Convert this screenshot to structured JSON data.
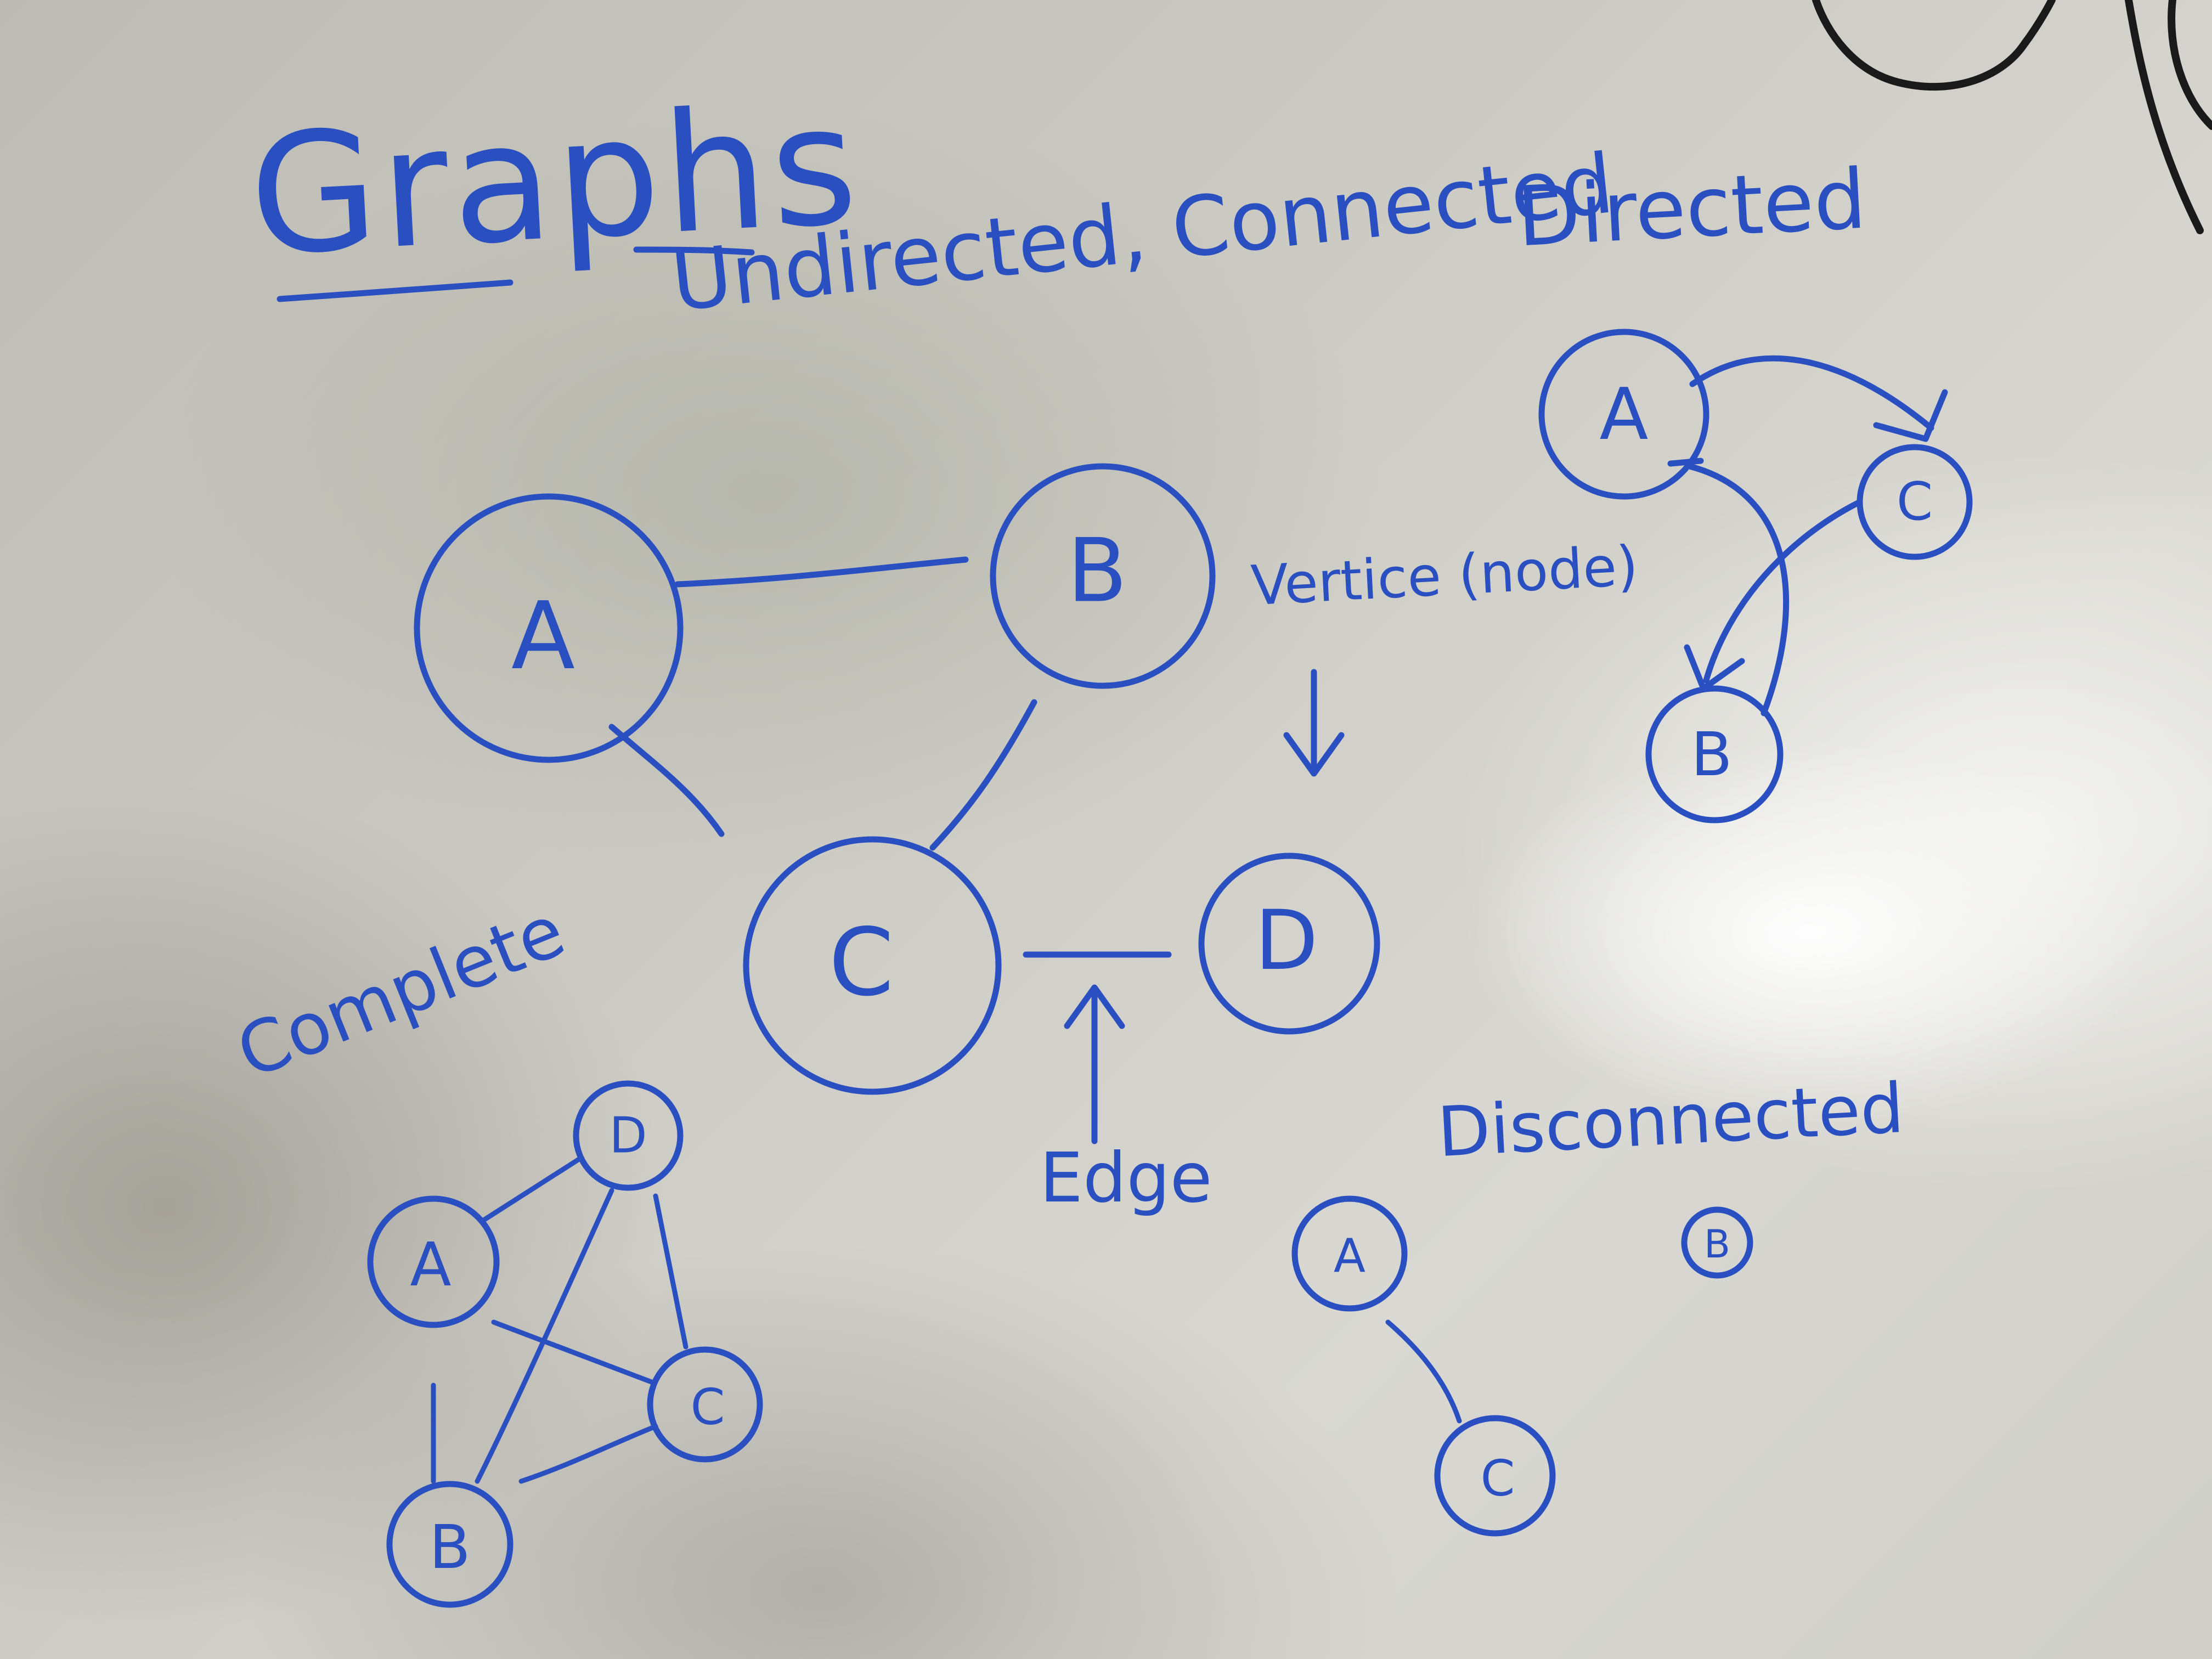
{
  "title": "Graphs",
  "sections": {
    "undirected": {
      "heading": "Undirected, Connected",
      "nodes": [
        "A",
        "B",
        "C",
        "D"
      ],
      "edges": [
        [
          "A",
          "B"
        ],
        [
          "A",
          "C"
        ],
        [
          "B",
          "C"
        ],
        [
          "C",
          "D"
        ]
      ],
      "vertex_annotation": "Vertice (node)",
      "edge_annotation": "Edge"
    },
    "directed": {
      "heading": "Directed",
      "nodes": [
        "A",
        "C",
        "B"
      ],
      "edges": [
        [
          "A",
          "C"
        ],
        [
          "C",
          "B"
        ],
        [
          "B",
          "A"
        ]
      ]
    },
    "complete": {
      "heading": "Complete",
      "nodes": [
        "D",
        "A",
        "C",
        "B"
      ],
      "edges": [
        [
          "A",
          "D"
        ],
        [
          "A",
          "C"
        ],
        [
          "A",
          "B"
        ],
        [
          "D",
          "C"
        ],
        [
          "D",
          "B"
        ],
        [
          "B",
          "C"
        ]
      ]
    },
    "disconnected": {
      "heading": "Disconnected",
      "nodes": [
        "A",
        "B",
        "C"
      ],
      "edges": [
        [
          "A",
          "C"
        ]
      ]
    }
  },
  "colors": {
    "marker_ink": "#2a4fc0",
    "board": "#c9c8c1"
  }
}
